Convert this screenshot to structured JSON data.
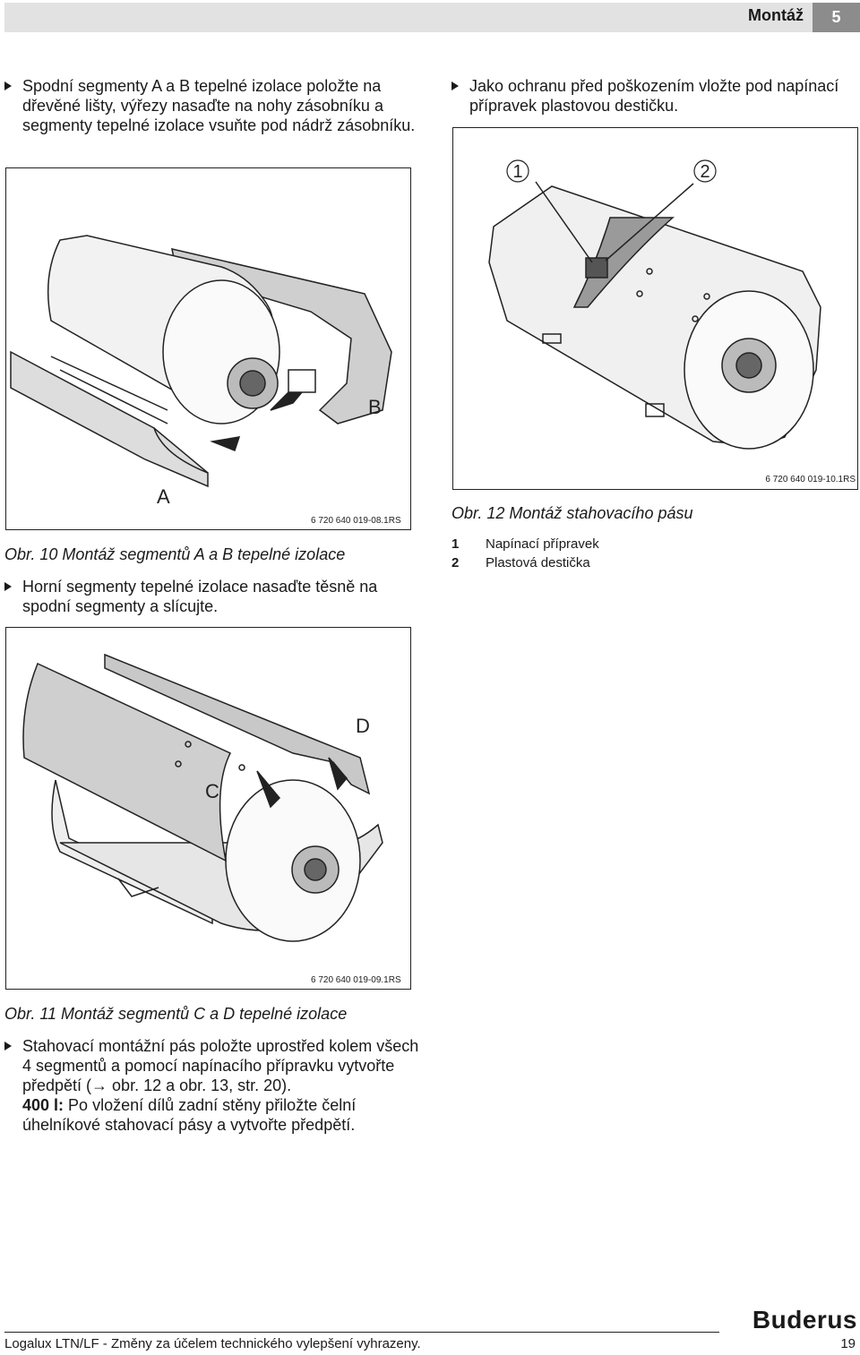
{
  "header": {
    "title": "Montáž",
    "chapter": "5"
  },
  "left_column": {
    "bullet_1": "Spodní segmenty A a B tepelné izolace položte na dřevěné lišty, výřezy nasaďte na nohy zásobníku a segmenty tepelné izolace vsuňte pod nádrž zásobníku.",
    "figure_10": {
      "code": "6 720 640 019-08.1RS",
      "label_a": "A",
      "label_b": "B",
      "caption": "Obr. 10 Montáž segmentů A a B tepelné izolace"
    },
    "bullet_2": "Horní segmenty tepelné izolace nasaďte těsně na spodní segmenty a slícujte.",
    "figure_11": {
      "code": "6 720 640 019-09.1RS",
      "label_c": "C",
      "label_d": "D",
      "caption": "Obr. 11 Montáž segmentů C a D tepelné izolace"
    },
    "bullet_3": "Stahovací montážní pás položte uprostřed kolem všech 4 segmentů a pomocí napínacího přípravku vytvořte předpětí (→ obr. 12 a obr. 13, str. 20).",
    "bullet_3_bold": "400 l:",
    "bullet_3_tail": "Po vložení dílů zadní stěny přiložte čelní úhelníkové stahovací pásy a vytvořte předpětí."
  },
  "right_column": {
    "bullet_1": "Jako ochranu před poškozením vložte pod napínací přípravek plastovou destičku.",
    "figure_12": {
      "code": "6 720 640 019-10.1RS",
      "callout_1": "1",
      "callout_2": "2",
      "caption": "Obr. 12 Montáž stahovacího pásu",
      "legend": [
        {
          "num": "1",
          "text": "Napínací přípravek"
        },
        {
          "num": "2",
          "text": "Plastová destička"
        }
      ]
    }
  },
  "footer": {
    "text": "Logalux LTN/LF - Změny za účelem technického vylepšení vyhrazeny.",
    "page": "19",
    "brand": "Buderus"
  }
}
